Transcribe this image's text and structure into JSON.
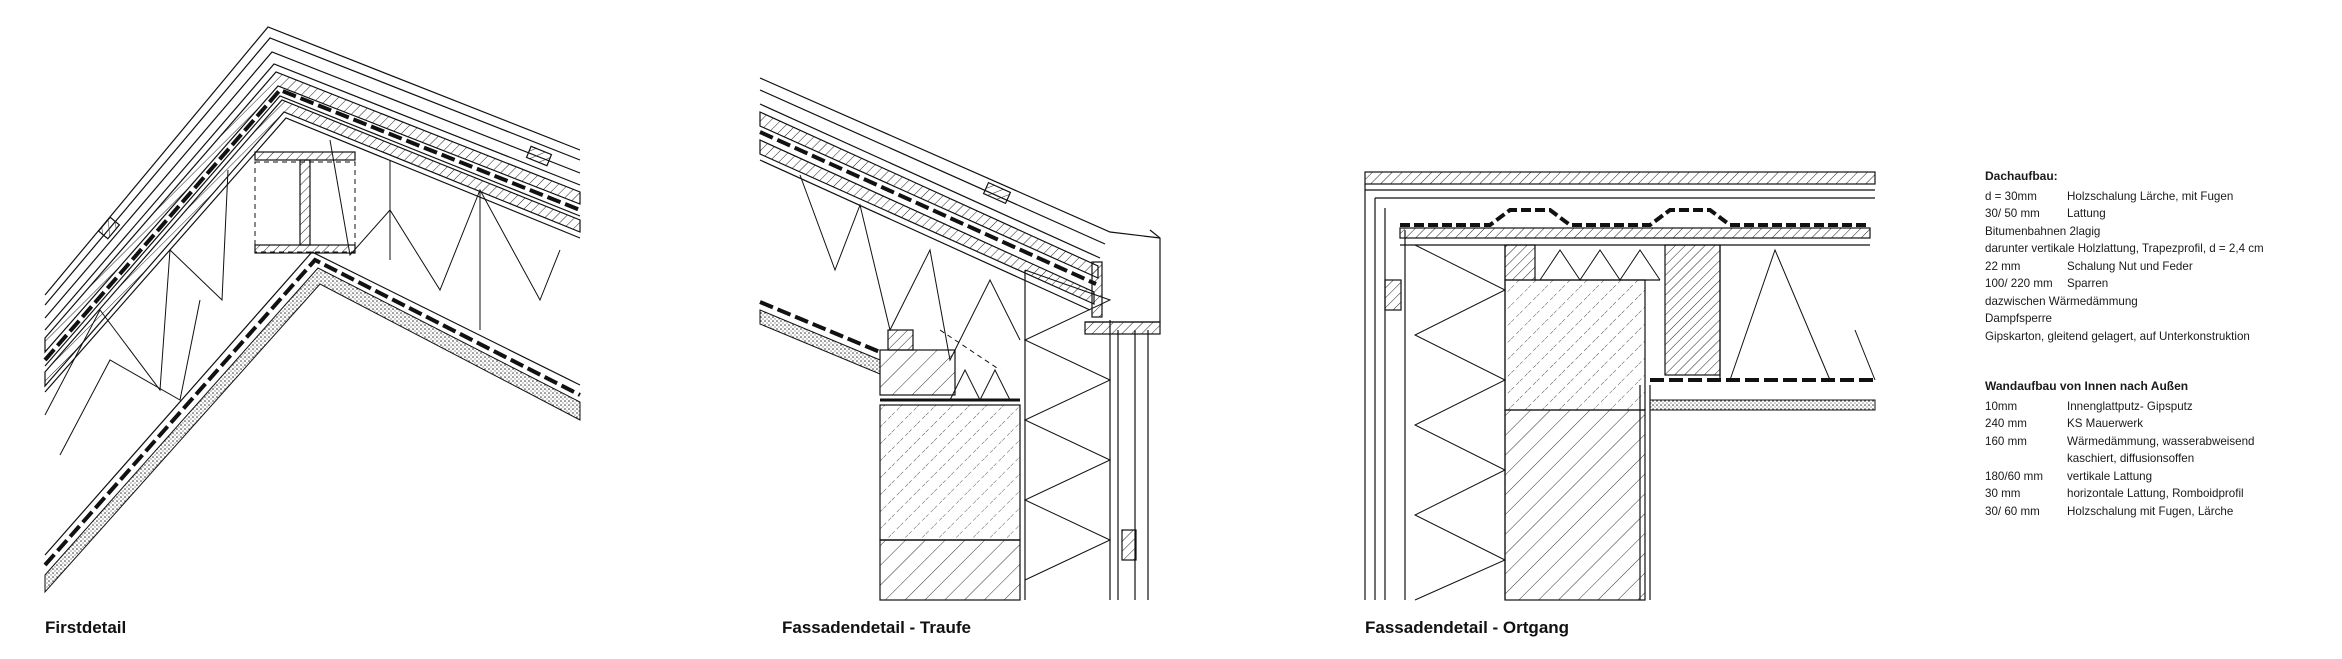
{
  "titles": {
    "first": "Firstdetail",
    "traufe": "Fassadendetail - Traufe",
    "ortgang": "Fassadendetail - Ortgang"
  },
  "dach": {
    "heading": "Dachaufbau:",
    "rows": [
      {
        "k": "d = 30mm",
        "v": "Holzschalung Lärche, mit Fugen"
      },
      {
        "k": "30/ 50 mm",
        "v": "Lattung"
      },
      {
        "k": "",
        "v": "",
        "note": "Bitumenbahnen 2lagig"
      },
      {
        "k": "",
        "v": "",
        "note": "darunter vertikale Holzlattung, Trapezprofil, d = 2,4 cm"
      },
      {
        "k": "22 mm",
        "v": "Schalung Nut und Feder"
      },
      {
        "k": "100/ 220 mm",
        "v": "Sparren"
      },
      {
        "k": "",
        "v": "",
        "note": "dazwischen Wärmedämmung"
      },
      {
        "k": "",
        "v": "",
        "note": "Dampfsperre"
      },
      {
        "k": "",
        "v": "",
        "note": "Gipskarton, gleitend gelagert, auf Unterkonstruktion"
      }
    ]
  },
  "wand": {
    "heading": "Wandaufbau von Innen nach Außen",
    "rows": [
      {
        "k": "10mm",
        "v": "Innenglattputz- Gipsputz"
      },
      {
        "k": "240 mm",
        "v": "KS Mauerwerk"
      },
      {
        "k": "160 mm",
        "v": "Wärmedämmung, wasserabweisend kaschiert, diffusionsoffen"
      },
      {
        "k": "180/60 mm",
        "v": "vertikale Lattung"
      },
      {
        "k": "30 mm",
        "v": "horizontale Lattung, Romboidprofil"
      },
      {
        "k": "30/ 60 mm",
        "v": "Holzschalung mit Fugen, Lärche"
      }
    ]
  }
}
